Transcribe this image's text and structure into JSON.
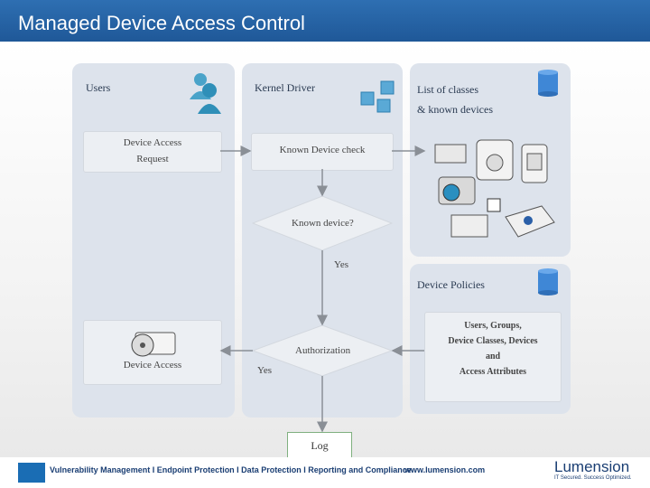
{
  "slide": {
    "title": "Managed Device Access Control"
  },
  "lanes": {
    "users": "Users",
    "kernel": "Kernel Driver",
    "classes_line1": "List of classes",
    "classes_line2": "& known devices",
    "policies": "Device Policies"
  },
  "nodes": {
    "request_line1": "Device Access",
    "request_line2": "Request",
    "known_check": "Known Device check",
    "known_decision": "Known device?",
    "yes_down": "Yes",
    "authorization": "Authorization",
    "yes_left": "Yes",
    "access": "Device Access",
    "log": "Log"
  },
  "policy": {
    "line1": "Users, Groups,",
    "line2": "Device Classes, Devices",
    "line3": "and",
    "line4": "Access Attributes"
  },
  "footer": {
    "tagline": "Vulnerability Management I Endpoint Protection I Data Protection I Reporting and Compliance",
    "url": "www.lumension.com",
    "brand": "Lumension",
    "brand_sub": "IT Secured. Success Optimized.",
    "accent": "#1a6db4"
  },
  "icons": [
    "users-icon",
    "gears-icon",
    "database-icon",
    "device-icons",
    "cd-drive-icon"
  ]
}
